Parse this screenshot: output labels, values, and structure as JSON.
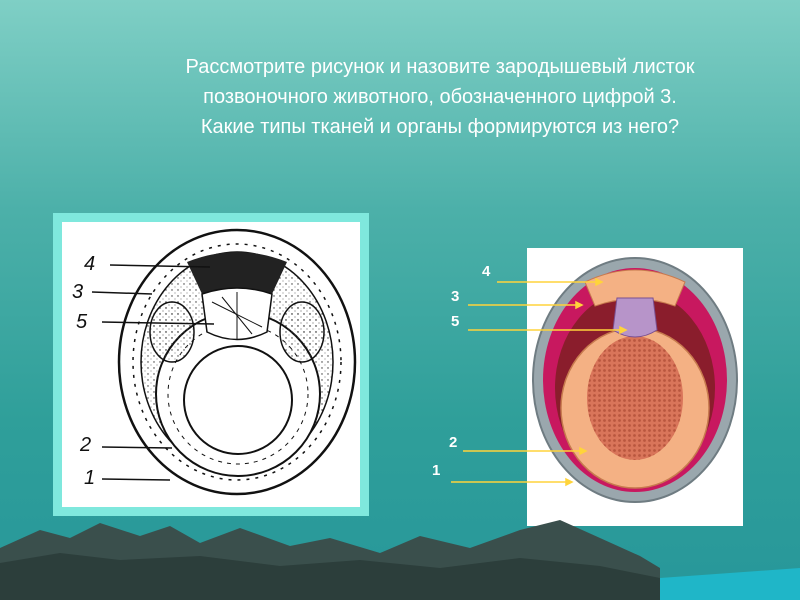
{
  "question": {
    "lines": [
      "Рассмотрите рисунок и назовите зародышевый листок",
      "позвоночного животного, обозначенного цифрой 3.",
      "Какие типы тканей и органы формируются из него?"
    ]
  },
  "left_figure": {
    "labels": {
      "l4": "4",
      "l3": "3",
      "l5": "5",
      "l2": "2",
      "l1": "1"
    }
  },
  "right_figure": {
    "labels": {
      "r4": "4",
      "r3": "3",
      "r5": "5",
      "r2": "2",
      "r1": "1"
    }
  },
  "colors": {
    "background_top": "#7fcfc5",
    "background_bottom": "#27979a",
    "text": "#ffffff",
    "leader_line": "#ffd43b",
    "ectoderm": "#9aa7ad",
    "mesoderm": "#c8185f",
    "endoderm": "#f4b184",
    "yolk": "#d9755a",
    "mountains": "#3a4f4c"
  }
}
